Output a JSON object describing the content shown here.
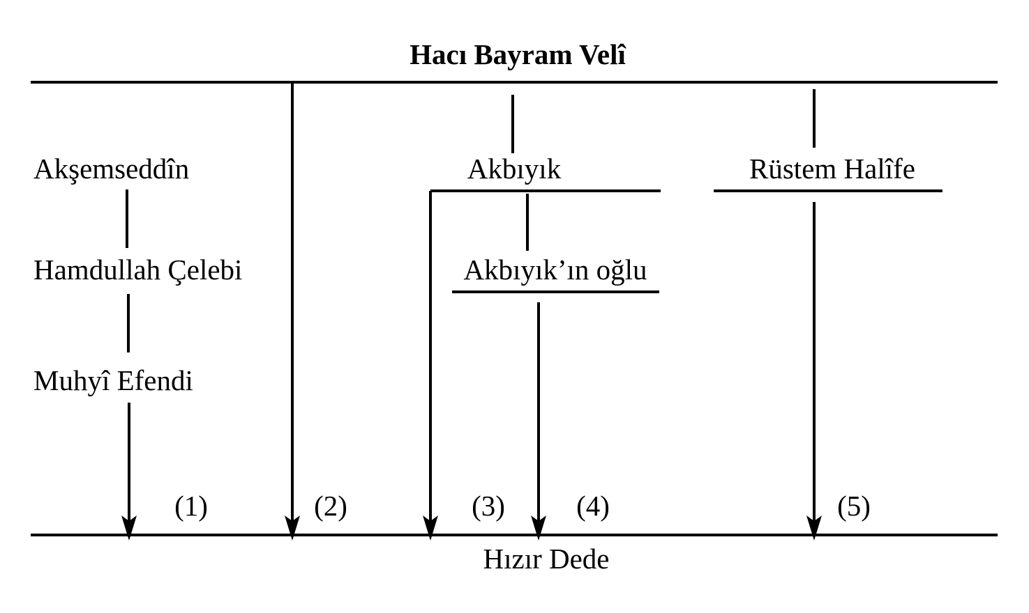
{
  "diagram": {
    "title": "Hacı Bayram Velî",
    "target": "Hızır Dede",
    "nodes": {
      "aksemseddin": "Akşemseddîn",
      "hamdullah": "Hamdullah Çelebi",
      "muhyi": "Muhyî Efendi",
      "akbiyik": "Akbıyık",
      "akbiyik_oglu": "Akbıyık’ın oğlu",
      "rustem": "Rüstem Halîfe"
    },
    "chains": [
      {
        "number": "(1)"
      },
      {
        "number": "(2)"
      },
      {
        "number": "(3)"
      },
      {
        "number": "(4)"
      },
      {
        "number": "(5)"
      }
    ]
  }
}
